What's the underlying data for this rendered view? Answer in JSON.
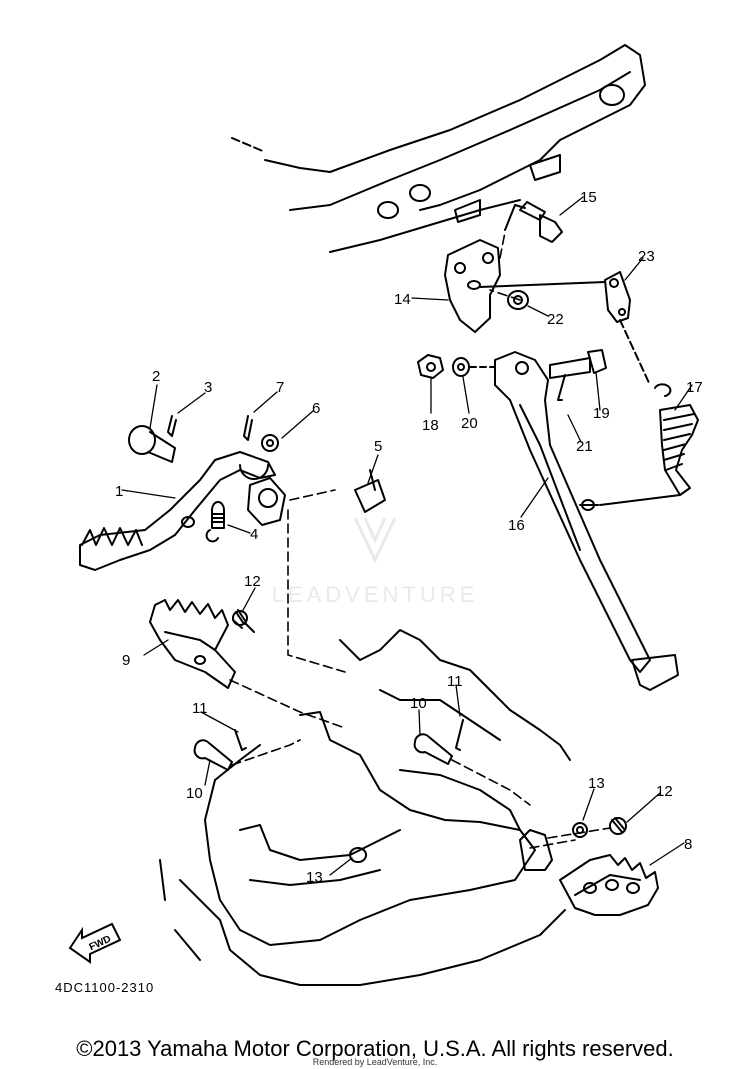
{
  "diagram_code": "4DC1100-2310",
  "fwd_label": "FWD",
  "watermark": "LEADVENTURE",
  "copyright": "©2013 Yamaha Motor Corporation, U.S.A. All rights reserved.",
  "rendered_by": "Rendered by LeadVenture, Inc.",
  "callouts": {
    "c1": "1",
    "c2": "2",
    "c3": "3",
    "c4": "4",
    "c5": "5",
    "c6": "6",
    "c7": "7",
    "c8": "8",
    "c9": "9",
    "c10a": "10",
    "c10b": "10",
    "c11a": "11",
    "c11b": "11",
    "c12a": "12",
    "c12b": "12",
    "c13a": "13",
    "c13b": "13",
    "c14": "14",
    "c15": "15",
    "c16": "16",
    "c17": "17",
    "c18": "18",
    "c19": "19",
    "c20": "20",
    "c21": "21",
    "c22": "22",
    "c23": "23"
  }
}
